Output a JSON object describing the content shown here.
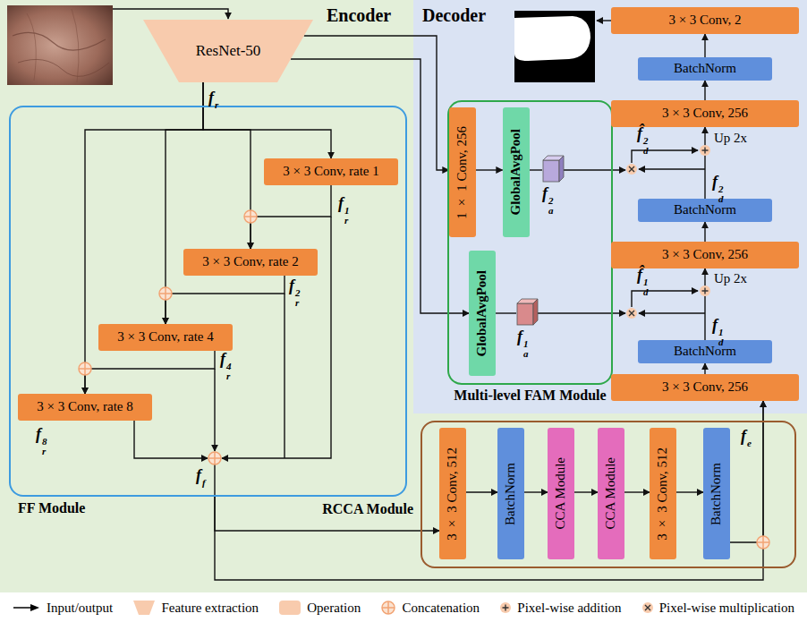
{
  "diagram": {
    "nodes": [
      {
        "text": [
          "Encoder"
        ]
      },
      {
        "text": [
          "Decoder"
        ]
      },
      {
        "text": [
          "ResNet-50"
        ],
        "in": 0
      },
      {
        "text": [
          "FF Module"
        ],
        "in": 0
      },
      {
        "text": [
          "3 × 3 Conv, rate 1"
        ],
        "in": 3
      },
      {
        "text": [
          "3 × 3 Conv, rate 2"
        ],
        "in": 3
      },
      {
        "text": [
          "3 × 3 Conv, rate 4"
        ],
        "in": 3
      },
      {
        "text": [
          "3 × 3 Conv, rate 8"
        ],
        "in": 3
      },
      {
        "text": [
          "Multi-level FAM Module"
        ],
        "in": 1
      },
      {
        "text": [
          "1 × 1 Conv, 256"
        ],
        "in": 8
      },
      {
        "text": [
          "GlobalAvgPool"
        ],
        "in": 8
      },
      {
        "text": [
          "GlobalAvgPool"
        ],
        "in": 8
      },
      {
        "text": [
          "RCCA Module"
        ],
        "in": 0
      },
      {
        "text": [
          "3 × 3 Conv, 512"
        ],
        "in": 12
      },
      {
        "text": [
          "BatchNorm"
        ],
        "in": 12
      },
      {
        "text": [
          "CCA Module"
        ],
        "in": 12
      },
      {
        "text": [
          "CCA Module"
        ],
        "in": 12
      },
      {
        "text": [
          "3 × 3 Conv, 512"
        ],
        "in": 12
      },
      {
        "text": [
          "BatchNorm"
        ],
        "in": 12
      },
      {
        "text": [
          "3 × 3 Conv, 256"
        ],
        "in": 1
      },
      {
        "text": [
          "BatchNorm"
        ],
        "in": 1
      },
      {
        "text": [
          "3 × 3 Conv, 256"
        ],
        "in": 1
      },
      {
        "text": [
          "BatchNorm"
        ],
        "in": 1
      },
      {
        "text": [
          "3 × 3 Conv, 256"
        ],
        "in": 1
      },
      {
        "text": [
          "BatchNorm"
        ],
        "in": 1
      },
      {
        "text": [
          "3 × 3 Conv, 2"
        ],
        "in": 1
      }
    ],
    "edges": [
      {
        "from": 2,
        "to": 4,
        "arrow": "to"
      },
      {
        "from": 2,
        "to": 5,
        "arrow": "to"
      },
      {
        "from": 4,
        "to": 5,
        "arrow": "to"
      },
      {
        "from": 2,
        "to": 6,
        "arrow": "to"
      },
      {
        "from": 5,
        "to": 6,
        "arrow": "to"
      },
      {
        "from": 2,
        "to": 7,
        "arrow": "to"
      },
      {
        "from": 6,
        "to": 7,
        "arrow": "to"
      },
      {
        "from": 3,
        "to": 13,
        "arrow": "to"
      },
      {
        "from": 3,
        "to": 19,
        "arrow": "to"
      },
      {
        "from": 13,
        "to": 14,
        "arrow": "to"
      },
      {
        "from": 14,
        "to": 15,
        "arrow": "to"
      },
      {
        "from": 15,
        "to": 16,
        "arrow": "to"
      },
      {
        "from": 16,
        "to": 17,
        "arrow": "to"
      },
      {
        "from": 17,
        "to": 18,
        "arrow": "to"
      },
      {
        "from": 18,
        "to": 19,
        "arrow": "to"
      },
      {
        "from": 19,
        "to": 20,
        "arrow": "to"
      },
      {
        "from": 20,
        "to": 21,
        "arrow": "to"
      },
      {
        "from": 21,
        "to": 22,
        "arrow": "to"
      },
      {
        "from": 22,
        "to": 23,
        "arrow": "to"
      },
      {
        "from": 23,
        "to": 24,
        "arrow": "to"
      },
      {
        "from": 24,
        "to": 25,
        "arrow": "to"
      },
      {
        "from": 2,
        "to": 9,
        "arrow": "to"
      },
      {
        "from": 2,
        "to": 11,
        "arrow": "to"
      },
      {
        "from": 9,
        "to": 10,
        "arrow": "to"
      }
    ],
    "labels": [
      "fr",
      "fr1",
      "fr2",
      "fr4",
      "fr8",
      "ff",
      "fa2",
      "f̂d2",
      "fd2",
      "Up 2x",
      "fa1",
      "f̂d1",
      "fd1",
      "Up 2x",
      "fe"
    ],
    "legend": [
      {
        "text": "Input/output"
      },
      {
        "text": "Feature extraction"
      },
      {
        "text": "Operation"
      },
      {
        "text": "Concatenation"
      },
      {
        "text": "Pixel-wise addition"
      },
      {
        "text": "Pixel-wise multiplication"
      }
    ]
  }
}
